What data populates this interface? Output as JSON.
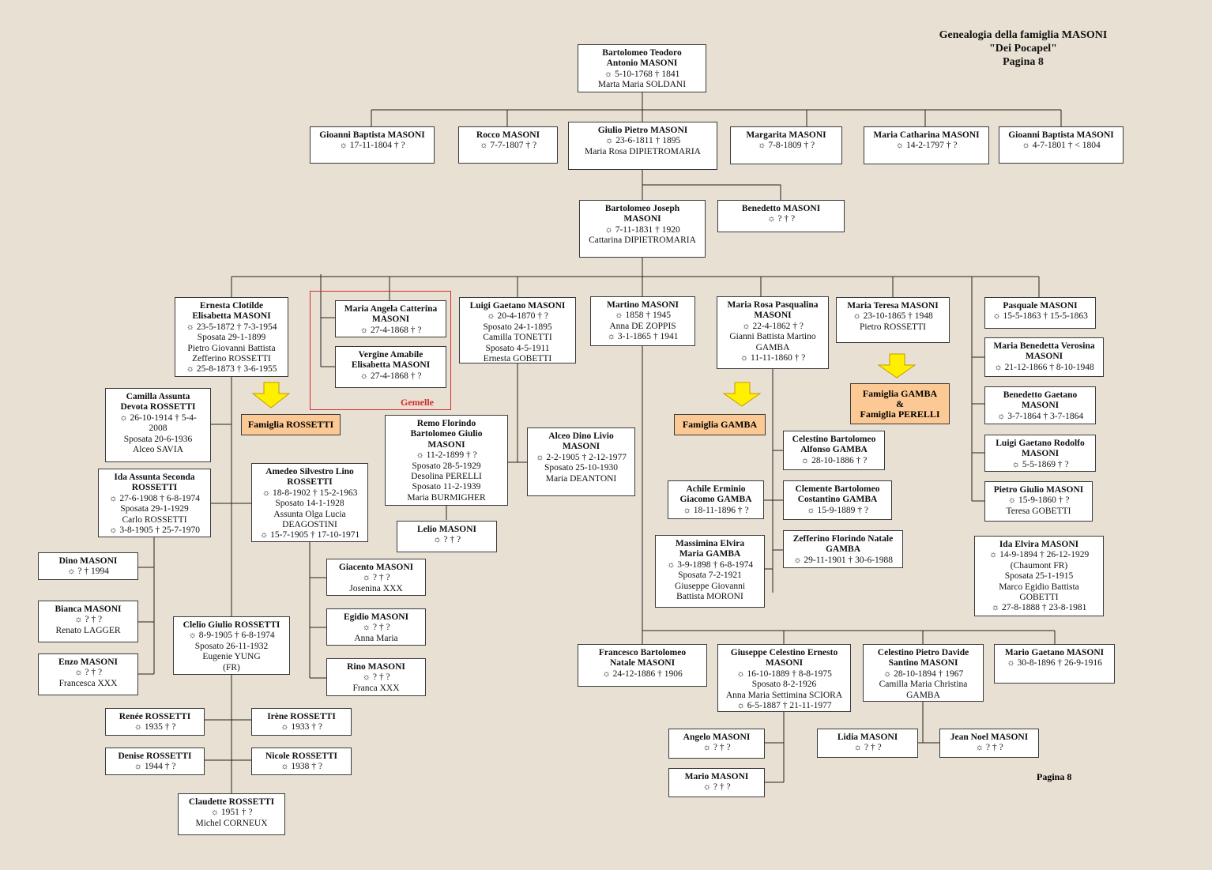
{
  "header": {
    "title": "Genealogia della famiglia MASONI",
    "subtitle": "\"Dei Pocapel\"",
    "page": "Pagina 8"
  },
  "footer": {
    "page": "Pagina 8"
  },
  "twins_label": "Gemelle",
  "colors": {
    "background": "#e8e1d3",
    "family_box": "#fcc894",
    "arrow": "#ffef00",
    "twin_frame": "#d42a2a"
  },
  "persons": {
    "bartolomeo_teodoro": {
      "name": "Bartolomeo Teodoro\nAntonio MASONI",
      "details": "☼ 5-10-1768 † 1841\nMarta Maria SOLDANI"
    },
    "gioanni_baptista_1804": {
      "name": "Gioanni Baptista MASONI",
      "details": "☼ 17-11-1804 † ?"
    },
    "rocco": {
      "name": "Rocco MASONI",
      "details": "☼ 7-7-1807 † ?"
    },
    "giulio_pietro": {
      "name": "Giulio Pietro MASONI",
      "details": "☼ 23-6-1811 † 1895\nMaria Rosa DIPIETROMARIA"
    },
    "margarita": {
      "name": "Margarita MASONI",
      "details": "☼ 7-8-1809 † ?"
    },
    "maria_catharina": {
      "name": "Maria Catharina MASONI",
      "details": "☼ 14-2-1797 † ?"
    },
    "gioanni_baptista_1801": {
      "name": "Gioanni Baptista MASONI",
      "details": "☼ 4-7-1801 † < 1804"
    },
    "bartolomeo_joseph": {
      "name": "Bartolomeo Joseph\nMASONI",
      "details": "☼ 7-11-1831 † 1920\nCattarina DIPIETROMARIA"
    },
    "benedetto": {
      "name": "Benedetto MASONI",
      "details": "☼ ? † ?"
    },
    "ernesta_clotilde": {
      "name": "Ernesta Clotilde\nElisabetta MASONI",
      "details": "☼ 23-5-1872 † 7-3-1954\nSposata 29-1-1899\nPietro Giovanni Battista\nZefferino ROSSETTI\n☼ 25-8-1873 † 3-6-1955"
    },
    "maria_angela": {
      "name": "Maria Angela Catterina\nMASONI",
      "details": "☼ 27-4-1868 † ?"
    },
    "vergine_amabile": {
      "name": "Vergine Amabile\nElisabetta MASONI",
      "details": "☼ 27-4-1868 † ?"
    },
    "luigi_gaetano": {
      "name": "Luigi Gaetano MASONI",
      "details": "☼ 20-4-1870 † ?\nSposato 24-1-1895\nCamilla TONETTI\nSposato 4-5-1911\nErnesta GOBETTI"
    },
    "martino": {
      "name": "Martino MASONI",
      "details": "☼ 1858 † 1945\nAnna DE ZOPPIS\n☼ 3-1-1865 † 1941"
    },
    "maria_rosa_pasqualina": {
      "name": "Maria Rosa Pasqualina\nMASONI",
      "details": "☼ 22-4-1862 † ?\nGianni Battista Martino\nGAMBA\n☼ 11-11-1860 † ?"
    },
    "maria_teresa": {
      "name": "Maria Teresa MASONI",
      "details": "☼ 23-10-1865 † 1948\nPietro ROSSETTI"
    },
    "pasquale": {
      "name": "Pasquale MASONI",
      "details": "☼ 15-5-1863 † 15-5-1863"
    },
    "maria_benedetta": {
      "name": "Maria Benedetta Verosina\nMASONI",
      "details": "☼ 21-12-1866 † 8-10-1948"
    },
    "benedetto_gaetano": {
      "name": "Benedetto Gaetano\nMASONI",
      "details": "☼ 3-7-1864 † 3-7-1864"
    },
    "luigi_gaetano_rodolfo": {
      "name": "Luigi Gaetano Rodolfo\nMASONI",
      "details": "☼ 5-5-1869 † ?"
    },
    "pietro_giulio": {
      "name": "Pietro Giulio MASONI",
      "details": "☼ 15-9-1860 † ?\nTeresa GOBETTI"
    },
    "ida_elvira": {
      "name": "Ida Elvira MASONI",
      "details": "☼ 14-9-1894 † 26-12-1929\n(Chaumont FR)\nSposata 25-1-1915\nMarco Egidio Battista\nGOBETTI\n☼ 27-8-1888 † 23-8-1981"
    },
    "camilla_assunta": {
      "name": "Camilla Assunta\nDevota ROSSETTI",
      "details": "☼ 26-10-1914 † 5-4-\n2008\nSposata 20-6-1936\nAlceo SAVIA"
    },
    "ida_assunta": {
      "name": "Ida Assunta Seconda\nROSSETTI",
      "details": "☼ 27-6-1908 † 6-8-1974\nSposata 29-1-1929\nCarlo ROSSETTI\n☼ 3-8-1905 † 25-7-1970"
    },
    "amedeo_silvestro": {
      "name": "Amedeo Silvestro Lino\nROSSETTI",
      "details": "☼ 18-8-1902 † 15-2-1963\nSposato 14-1-1928\nAssunta Olga Lucia\nDEAGOSTINI\n☼ 15-7-1905 † 17-10-1971"
    },
    "remo_florindo": {
      "name": "Remo Florindo\nBartolomeo Giulio\nMASONI",
      "details": "☼ 11-2-1899 † ?\nSposato 28-5-1929\nDesolina PERELLI\nSposato 11-2-1939\nMaria BURMIGHER"
    },
    "alceo_dino": {
      "name": "Alceo Dino Livio\nMASONI",
      "details": "☼ 2-2-1905 † 2-12-1977\nSposato 25-10-1930\nMaria DEANTONI"
    },
    "lelio": {
      "name": "Lelio MASONI",
      "details": "☼ ? † ?"
    },
    "dino": {
      "name": "Dino MASONI",
      "details": "☼ ? † 1994"
    },
    "bianca": {
      "name": "Bianca MASONI",
      "details": "☼ ? † ?\nRenato LAGGER"
    },
    "enzo": {
      "name": "Enzo MASONI",
      "details": "☼ ? † ?\nFrancesca XXX"
    },
    "giacento": {
      "name": "Giacento MASONI",
      "details": "☼ ? † ?\nJosenina XXX"
    },
    "egidio": {
      "name": "Egidio MASONI",
      "details": "☼ ? † ?\nAnna Maria"
    },
    "rino": {
      "name": "Rino MASONI",
      "details": "☼ ? † ?\nFranca XXX"
    },
    "clelio_giulio": {
      "name": "Clelio Giulio ROSSETTI",
      "details": "☼ 8-9-1905 † 6-8-1974\nSposato 26-11-1932\nEugenie YUNG\n(FR)"
    },
    "renee": {
      "name": "Renée ROSSETTI",
      "details": "☼ 1935 † ?"
    },
    "irene": {
      "name": "Irène ROSSETTI",
      "details": "☼ 1933 † ?"
    },
    "denise": {
      "name": "Denise ROSSETTI",
      "details": "☼ 1944 † ?"
    },
    "nicole": {
      "name": "Nicole ROSSETTI",
      "details": "☼ 1938 † ?"
    },
    "claudette": {
      "name": "Claudette ROSSETTI",
      "details": "☼ 1951 † ?\nMichel CORNEUX"
    },
    "celestino_bartolomeo": {
      "name": "Celestino Bartolomeo\nAlfonso GAMBA",
      "details": "☼ 28-10-1886 † ?"
    },
    "achile_erminio": {
      "name": "Achile Erminio\nGiacomo GAMBA",
      "details": "☼ 18-11-1896 † ?"
    },
    "clemente_bartolomeo": {
      "name": "Clemente Bartolomeo\nCostantino GAMBA",
      "details": "☼ 15-9-1889 † ?"
    },
    "massimina_elvira": {
      "name": "Massimina Elvira\nMaria GAMBA",
      "details": "☼ 3-9-1898 † 6-8-1974\nSposata 7-2-1921\nGiuseppe Giovanni\nBattista MORONI"
    },
    "zefferino_florindo": {
      "name": "Zefferino Florindo Natale\nGAMBA",
      "details": "☼ 29-11-1901 † 30-6-1988"
    },
    "francesco_bartolomeo": {
      "name": "Francesco Bartolomeo\nNatale MASONI",
      "details": "☼ 24-12-1886 † 1906"
    },
    "giuseppe_celestino": {
      "name": "Giuseppe Celestino Ernesto\nMASONI",
      "details": "☼ 16-10-1889 † 8-8-1975\nSposato 8-2-1926\nAnna Maria Settimina SCIORA\n☼ 6-5-1887 † 21-11-1977"
    },
    "celestino_pietro": {
      "name": "Celestino Pietro Davide\nSantino MASONI",
      "details": "☼ 28-10-1894 † 1967\nCamilla Maria Christina\nGAMBA"
    },
    "mario_gaetano": {
      "name": "Mario Gaetano MASONI",
      "details": "☼ 30-8-1896 † 26-9-1916"
    },
    "angelo": {
      "name": "Angelo MASONI",
      "details": "☼ ? † ?"
    },
    "mario": {
      "name": "Mario MASONI",
      "details": "☼ ? † ?"
    },
    "lidia": {
      "name": "Lidia MASONI",
      "details": "☼ ? † ?"
    },
    "jean_noel": {
      "name": "Jean Noel MASONI",
      "details": "☼ ? † ?"
    }
  },
  "families": {
    "rossetti": {
      "label": "Famiglia ROSSETTI"
    },
    "gamba": {
      "label": "Famiglia GAMBA"
    },
    "gamba_perelli": {
      "label": "Famiglia GAMBA\n&\nFamiglia PERELLI"
    }
  }
}
